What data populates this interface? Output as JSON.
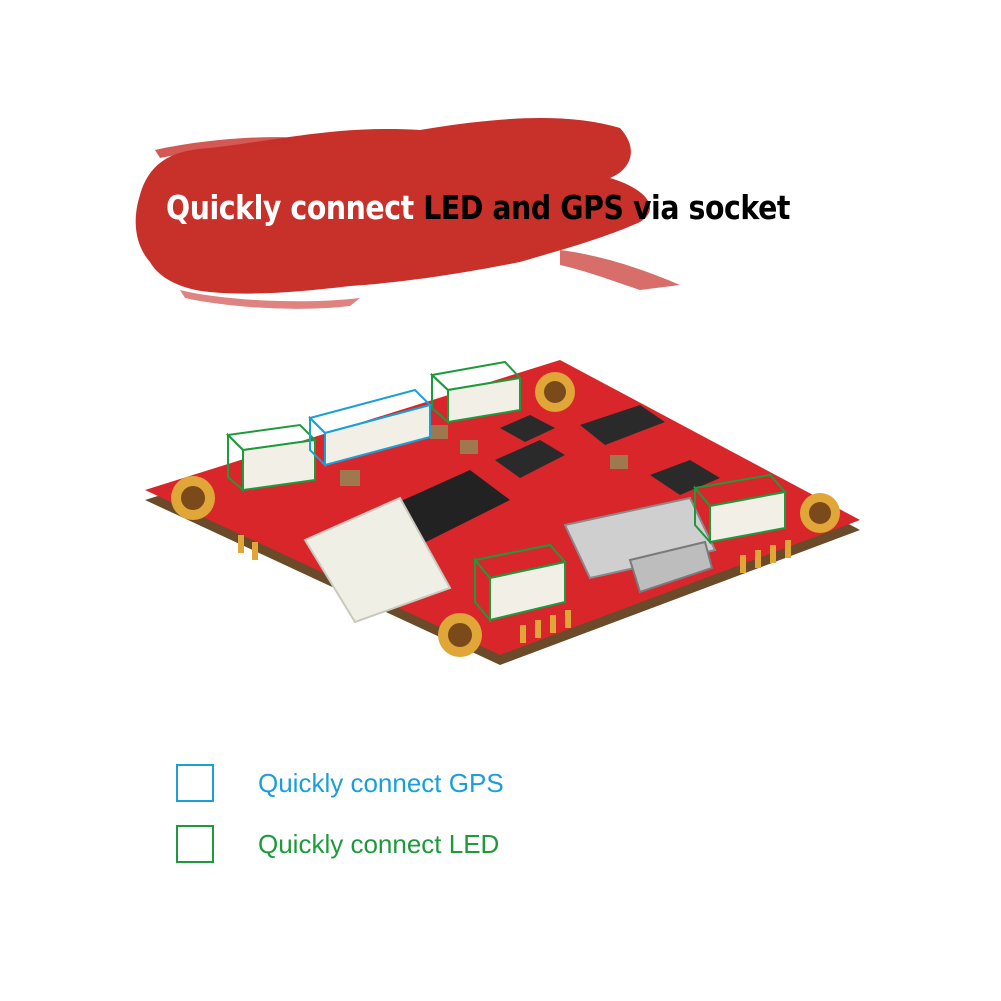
{
  "headline": {
    "white_part": "Quickly connect ",
    "black_part": "LED and GPS via socket"
  },
  "legend": [
    {
      "label": "Quickly connect GPS",
      "color": "#1a9fd8"
    },
    {
      "label": "Quickly connect LED",
      "color": "#1e9a3c"
    }
  ],
  "colors": {
    "brush": "#c8302a",
    "pcb": "#d8262a",
    "gps_highlight": "#1a9fd8",
    "led_highlight": "#1e9a3c"
  }
}
